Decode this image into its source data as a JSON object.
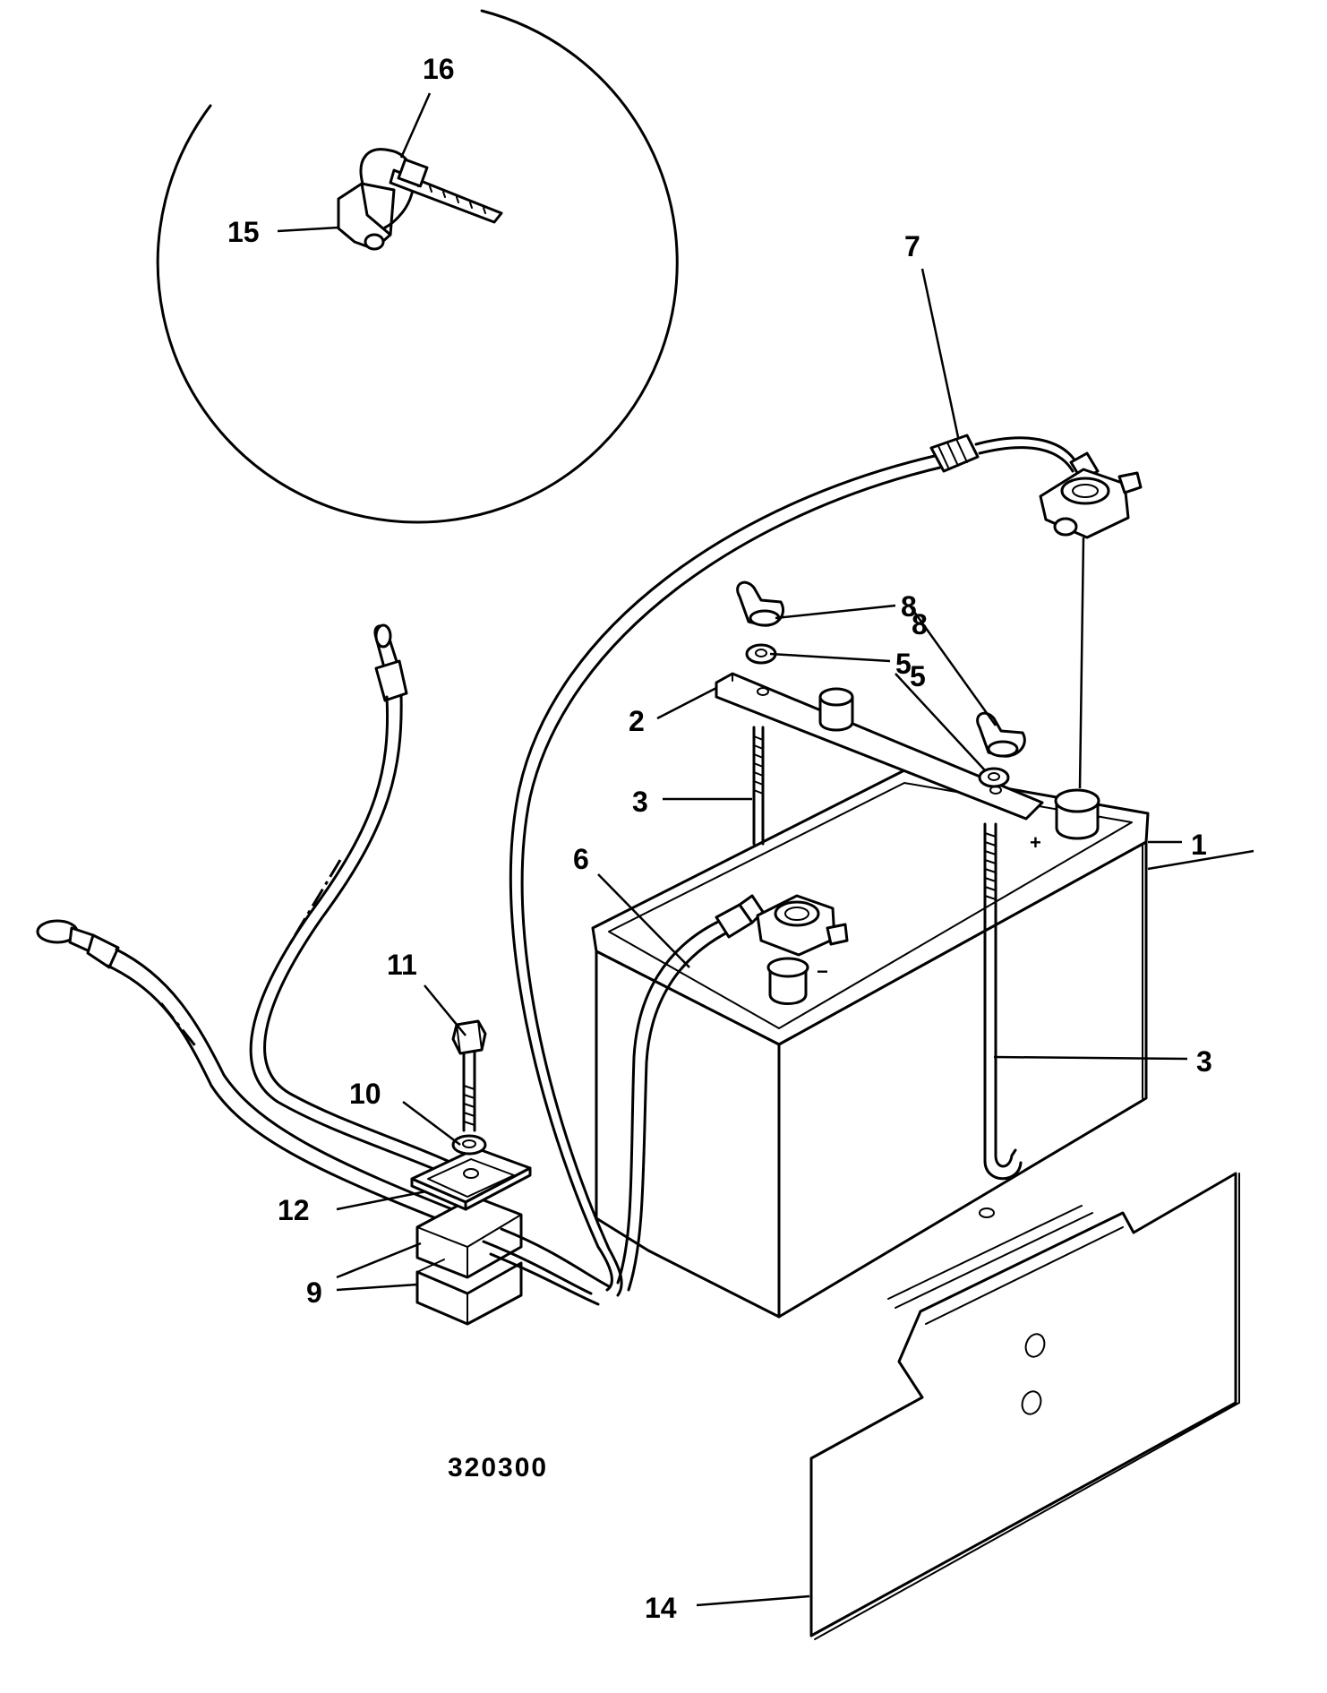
{
  "figure": {
    "number": "320300"
  },
  "callouts": [
    {
      "id": "c16",
      "label": "16"
    },
    {
      "id": "c15",
      "label": "15"
    },
    {
      "id": "c7",
      "label": "7"
    },
    {
      "id": "c8a",
      "label": "8"
    },
    {
      "id": "c8b",
      "label": "8"
    },
    {
      "id": "c5a",
      "label": "5"
    },
    {
      "id": "c5b",
      "label": "5"
    },
    {
      "id": "c2",
      "label": "2"
    },
    {
      "id": "c3a",
      "label": "3"
    },
    {
      "id": "c3b",
      "label": "3"
    },
    {
      "id": "c1",
      "label": "1"
    },
    {
      "id": "c6",
      "label": "6"
    },
    {
      "id": "c11",
      "label": "11"
    },
    {
      "id": "c10",
      "label": "10"
    },
    {
      "id": "c12",
      "label": "12"
    },
    {
      "id": "c9",
      "label": "9"
    },
    {
      "id": "c14",
      "label": "14"
    }
  ],
  "terminal_signs": {
    "positive": "+",
    "negative": "−"
  }
}
